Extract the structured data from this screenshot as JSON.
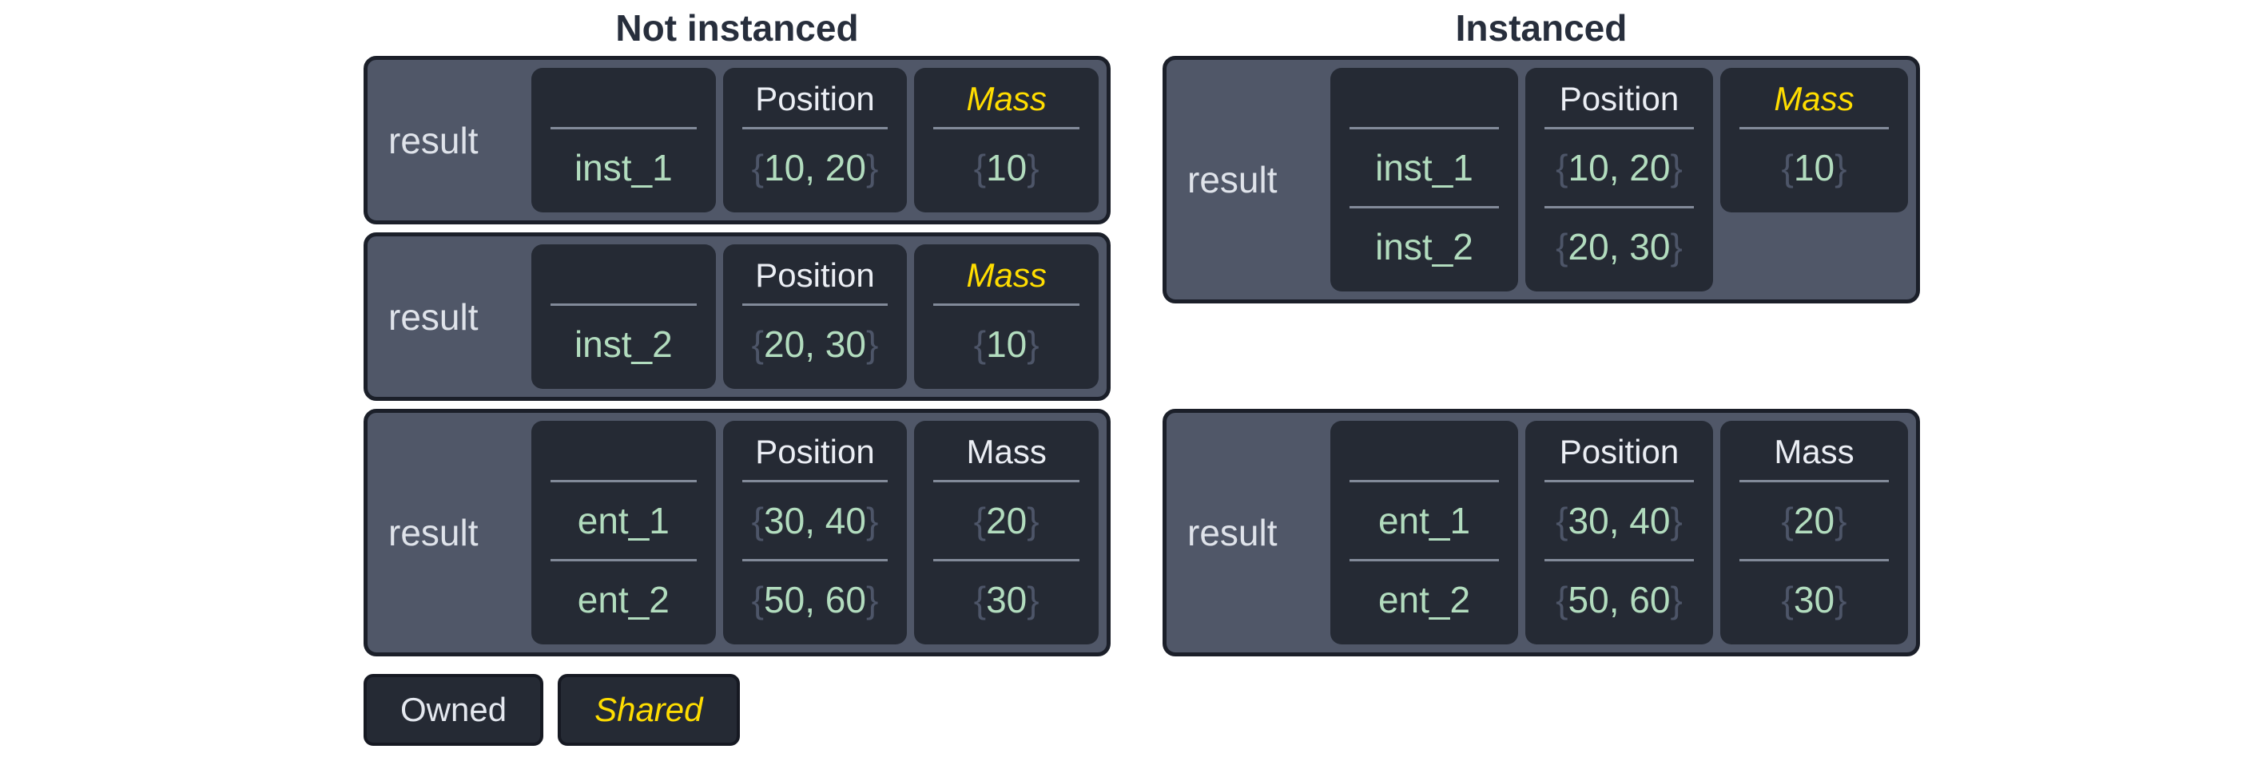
{
  "sections": {
    "not_instanced": {
      "title": "Not instanced",
      "boxes": [
        {
          "result_label": "result",
          "entity": {
            "header": "",
            "rows": [
              "inst_1"
            ]
          },
          "position": {
            "header": "Position",
            "rows": [
              {
                "o": "{",
                "v": "10, 20",
                "c": "}"
              }
            ]
          },
          "mass": {
            "header": "Mass",
            "shared": true,
            "rows": [
              {
                "o": "{",
                "v": "10",
                "c": "}"
              }
            ]
          }
        },
        {
          "result_label": "result",
          "entity": {
            "header": "",
            "rows": [
              "inst_2"
            ]
          },
          "position": {
            "header": "Position",
            "rows": [
              {
                "o": "{",
                "v": "20, 30",
                "c": "}"
              }
            ]
          },
          "mass": {
            "header": "Mass",
            "shared": true,
            "rows": [
              {
                "o": "{",
                "v": "10",
                "c": "}"
              }
            ]
          }
        },
        {
          "result_label": "result",
          "entity": {
            "header": "",
            "rows": [
              "ent_1",
              "ent_2"
            ]
          },
          "position": {
            "header": "Position",
            "rows": [
              {
                "o": "{",
                "v": "30, 40",
                "c": "}"
              },
              {
                "o": "{",
                "v": "50, 60",
                "c": "}"
              }
            ]
          },
          "mass": {
            "header": "Mass",
            "shared": false,
            "rows": [
              {
                "o": "{",
                "v": "20",
                "c": "}"
              },
              {
                "o": "{",
                "v": "30",
                "c": "}"
              }
            ]
          }
        }
      ]
    },
    "instanced": {
      "title": "Instanced",
      "boxes": [
        {
          "result_label": "result",
          "entity": {
            "header": "",
            "rows": [
              "inst_1",
              "inst_2"
            ]
          },
          "position": {
            "header": "Position",
            "rows": [
              {
                "o": "{",
                "v": "10, 20",
                "c": "}"
              },
              {
                "o": "{",
                "v": "20, 30",
                "c": "}"
              }
            ]
          },
          "mass": {
            "header": "Mass",
            "shared": true,
            "short": true,
            "rows": [
              {
                "o": "{",
                "v": "10",
                "c": "}"
              }
            ]
          }
        },
        {
          "result_label": "result",
          "entity": {
            "header": "",
            "rows": [
              "ent_1",
              "ent_2"
            ]
          },
          "position": {
            "header": "Position",
            "rows": [
              {
                "o": "{",
                "v": "30, 40",
                "c": "}"
              },
              {
                "o": "{",
                "v": "50, 60",
                "c": "}"
              }
            ]
          },
          "mass": {
            "header": "Mass",
            "shared": false,
            "rows": [
              {
                "o": "{",
                "v": "20",
                "c": "}"
              },
              {
                "o": "{",
                "v": "30",
                "c": "}"
              }
            ]
          }
        }
      ]
    }
  },
  "legend": {
    "owned": "Owned",
    "shared": "Shared"
  },
  "colors": {
    "shared_yellow": "#ffdd00",
    "owned_text": "#e4e8ef",
    "value_green": "#b2dcbe",
    "brace_gray": "#4d5568",
    "panel_slate": "#505768",
    "cell_dark": "#252a34",
    "title_dark": "#272e3c"
  }
}
